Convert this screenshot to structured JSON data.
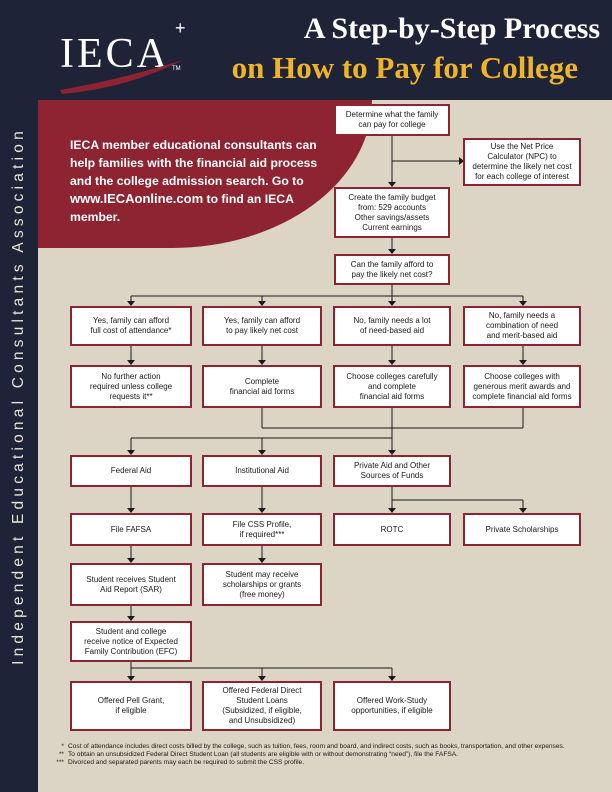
{
  "sidebar": {
    "text": "Independent Educational Consultants Association"
  },
  "header": {
    "logo_text": "IECA",
    "logo_plus": "+",
    "logo_tm": "TM",
    "title_line1": "A Step-by-Step Process",
    "title_line2": "on How to Pay for College"
  },
  "intro": {
    "line_a": "IECA member educational consultants can help families with the financial aid process and the college admission search.",
    "go_to": "Go to ",
    "url": "www.IECAonline.com",
    "line_b": "to find an IECA member."
  },
  "flow": {
    "determine": "Determine what the family\ncan pay for college",
    "npc": "Use the Net Price\nCalculator (NPC) to\ndetermine the likely net cost\nfor each college of interest",
    "budget": "Create the family budget\nfrom: 529 accounts\nOther savings/assets\nCurrent earnings",
    "question": "Can the family afford to\npay the likely net cost?",
    "yes_full": "Yes, family can afford\nfull cost of attendance*",
    "yes_net": "Yes, family can afford\nto pay likely net cost",
    "no_need": "No, family needs a lot\nof need-based aid",
    "no_combo": "No, family needs a\ncombination of need\nand merit-based aid",
    "no_further": "No further action\nrequired unless college\nrequests it**",
    "complete_forms": "Complete\nfinancial aid forms",
    "choose_carefully": "Choose colleges carefully\nand complete\nfinancial aid forms",
    "choose_merit": "Choose colleges with\ngenerous merit awards and\ncomplete financial aid forms",
    "federal_aid": "Federal Aid",
    "institutional_aid": "Institutional Aid",
    "private_aid": "Private Aid and Other\nSources of Funds",
    "fafsa": "File FAFSA",
    "css": "File CSS Profile,\nif required***",
    "rotc": "ROTC",
    "private_scholarships": "Private Scholarships",
    "sar": "Student receives Student\nAid Report (SAR)",
    "scholarships_grants": "Student may receive\nscholarships or grants\n(free money)",
    "efc": "Student and college\nreceive notice of Expected\nFamily Contribution (EFC)",
    "pell": "Offered Pell Grant,\nif eligible",
    "loans": "Offered Federal Direct\nStudent Loans\n(Subsidized, if eligible,\nand Unsubsidized)",
    "work_study": "Offered Work-Study\nopportunities, if eligible"
  },
  "footnotes": [
    {
      "mark": "*",
      "text": "Cost of attendance includes direct costs billed by the college, such as tuition, fees, room and board, and indirect costs, such as books, transportation, and other expenses."
    },
    {
      "mark": "**",
      "text": "To obtain an unsubsidized Federal Direct Student Loan (all students are eligible with or without demonstrating “need”), file the FAFSA."
    },
    {
      "mark": "***",
      "text": "Divorced and separated parents may each be required to submit the CSS profile."
    }
  ],
  "colors": {
    "navy": "#1e2338",
    "maroon": "#8e2431",
    "gold": "#f0b428",
    "background": "#dcd4c4"
  }
}
